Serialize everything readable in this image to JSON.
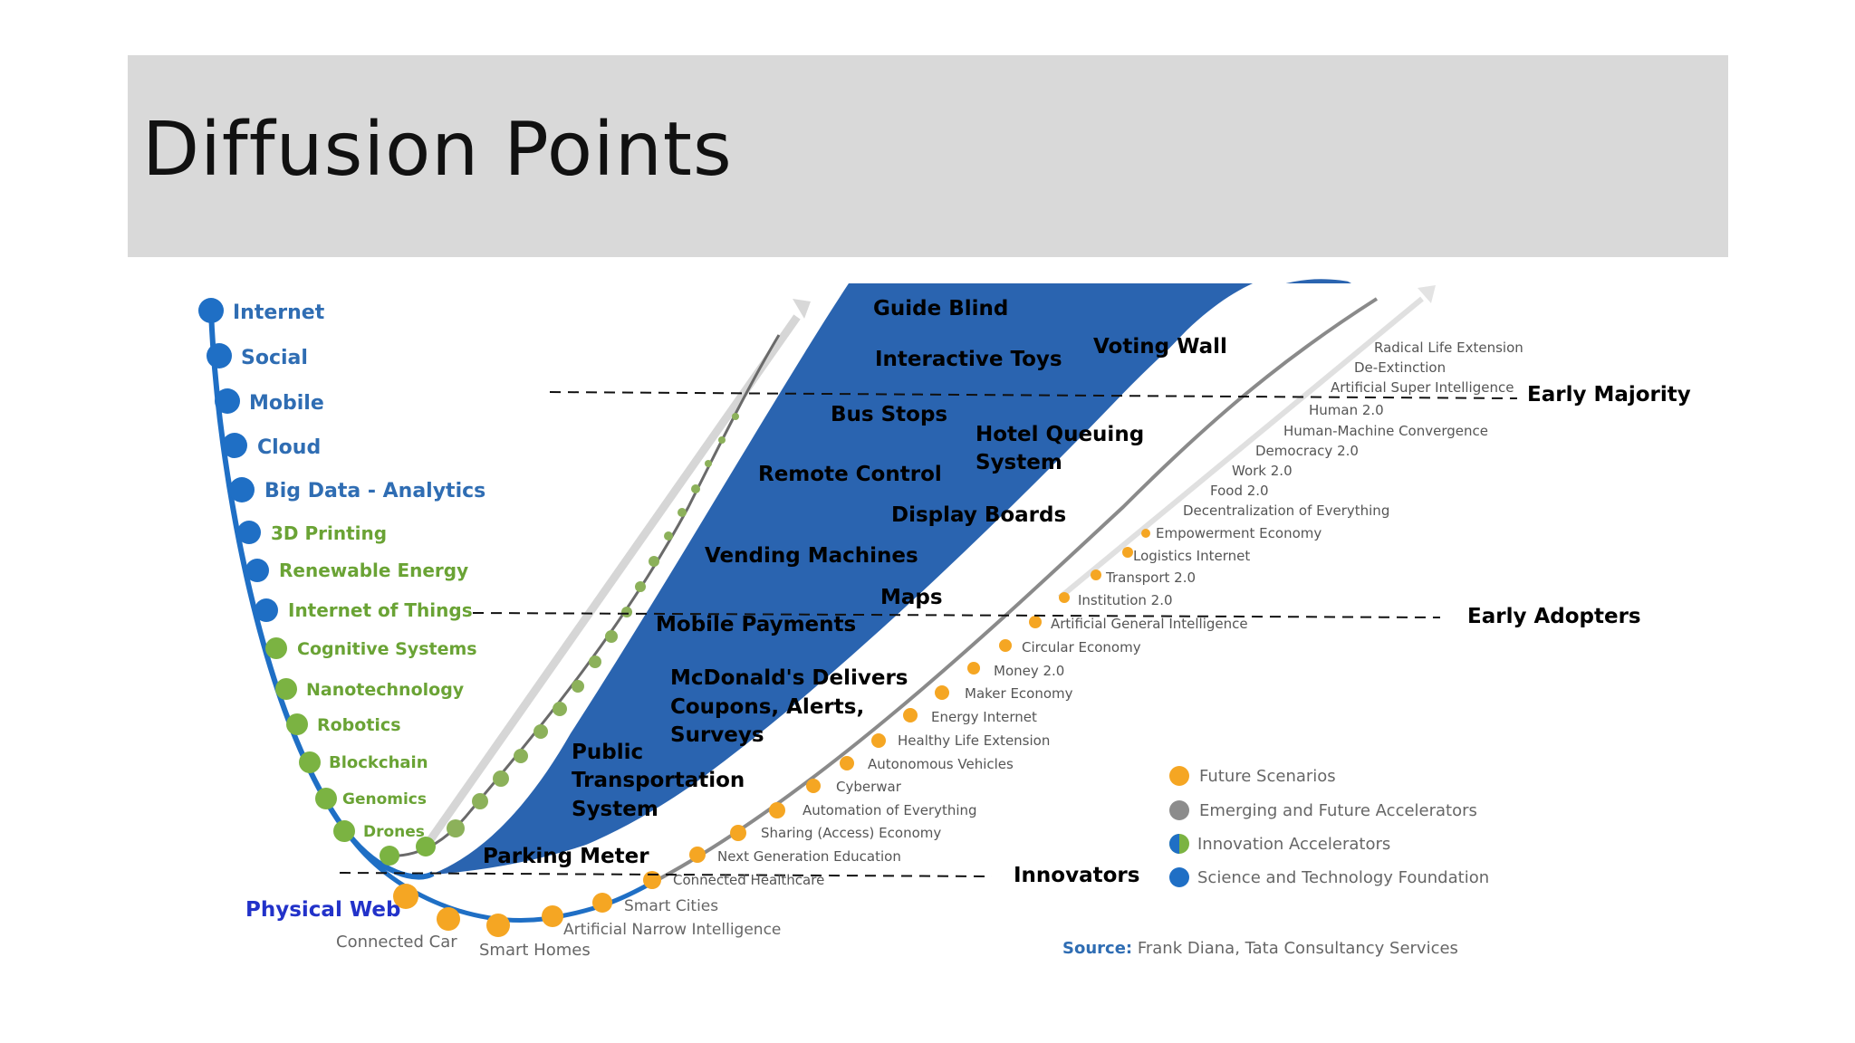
{
  "slide": {
    "title": "Diffusion Points"
  },
  "colors": {
    "blue_band": "#2a64b0",
    "foundation_blue": "#1f6fc5",
    "innovation_green": "#7bb342",
    "future_orange": "#f5a623",
    "emerging_grey": "#9c9c9c",
    "text_blue": "#2f6db3",
    "text_green": "#6aa335"
  },
  "innovation_terms": [
    "Internet",
    "Social",
    "Mobile",
    "Cloud",
    "Big Data - Analytics",
    "3D Printing",
    "Renewable Energy",
    "Internet of Things",
    "Cognitive Systems",
    "Nanotechnology",
    "Robotics",
    "Blockchain",
    "Genomics",
    "Drones"
  ],
  "bottom_terms": {
    "physical_web": "Physical Web",
    "connected_car": "Connected Car",
    "smart_homes": "Smart Homes",
    "smart_cities": "Smart Cities",
    "ani": "Artificial Narrow Intelligence"
  },
  "future_terms": [
    "Connected Healthcare",
    "Next Generation Education",
    "Sharing (Access) Economy",
    "Automation of Everything",
    "Cyberwar",
    "Autonomous Vehicles",
    "Healthy Life Extension",
    "Energy Internet",
    "Maker Economy",
    "Money 2.0",
    "Circular Economy",
    "Artificial General Intelligence",
    "Institution 2.0",
    "Transport 2.0",
    "Logistics Internet",
    "Empowerment Economy",
    "Decentralization of Everything",
    "Food 2.0",
    "Work 2.0",
    "Democracy 2.0",
    "Human-Machine Convergence",
    "Human 2.0",
    "Artificial Super Intelligence",
    "De-Extinction",
    "Radical Life Extension"
  ],
  "band_labels": [
    "Guide  Blind",
    "Interactive Toys",
    "Voting  Wall",
    "Bus Stops",
    "Hotel Queuing",
    "System",
    "Remote Control",
    "Display  Boards",
    "Vending  Machines",
    "Maps",
    "Mobile  Payments",
    "McDonald's  Delivers",
    "Coupons,  Alerts,",
    "Surveys",
    "Public",
    "Transportation",
    "System",
    "Parking Meter"
  ],
  "stages": {
    "early_majority": "Early Majority",
    "early_adopters": "Early Adopters",
    "innovators": "Innovators"
  },
  "legend": [
    {
      "label": "Future Scenarios",
      "icon": "orange-dot-icon"
    },
    {
      "label": "Emerging and Future Accelerators",
      "icon": "grey-dot-icon"
    },
    {
      "label": "Innovation Accelerators",
      "icon": "blue-green-dot-icon"
    },
    {
      "label": "Science and Technology Foundation",
      "icon": "blue-dot-icon"
    }
  ],
  "source": {
    "prefix": "Source:",
    "text": " Frank Diana, Tata Consultancy Services"
  }
}
